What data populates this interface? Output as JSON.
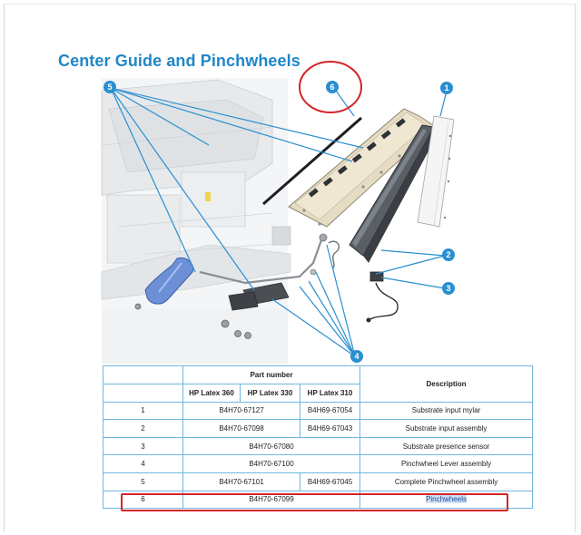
{
  "title": "Center Guide and Pinchwheels",
  "callouts": [
    "1",
    "2",
    "3",
    "4",
    "5",
    "6"
  ],
  "table": {
    "header_part_number": "Part number",
    "header_description": "Description",
    "models": [
      "HP Latex 360",
      "HP Latex 330",
      "HP Latex 310"
    ],
    "rows": [
      {
        "item": "1",
        "p360": "B4H70-67127",
        "p330": "",
        "p310": "B4H69-67054",
        "desc": "Substrate input mylar"
      },
      {
        "item": "2",
        "p360": "B4H70-67098",
        "p330": "",
        "p310": "B4H69-67043",
        "desc": "Substrate input assembly"
      },
      {
        "item": "3",
        "p_all": "B4H70-67080",
        "desc": "Substrate presence sensor"
      },
      {
        "item": "4",
        "p_all": "B4H70-67100",
        "desc": "Pinchwheel Lever assembly"
      },
      {
        "item": "5",
        "p360": "B4H70-67101",
        "p330": "",
        "p310": "B4H69-67045",
        "desc": "Complete Pinchwheel assembly"
      },
      {
        "item": "6",
        "p_all": "B4H70-67099",
        "desc": "Pinchwheels"
      }
    ]
  },
  "colors": {
    "accent": "#1f87c8",
    "callout": "#2a8fd0",
    "highlight_box": "#d2252a",
    "table_border": "#6fb6e0"
  }
}
